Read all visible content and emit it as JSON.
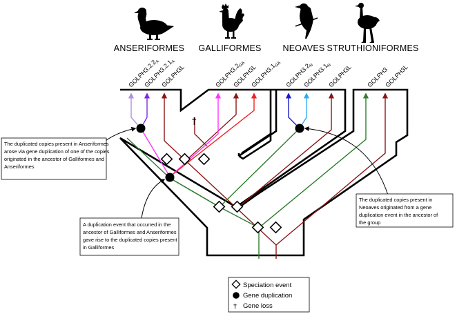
{
  "clades": [
    {
      "name": "ANSERIFORMES",
      "icon": "duck-silhouette-icon"
    },
    {
      "name": "GALLIFORMES",
      "icon": "rooster-silhouette-icon"
    },
    {
      "name": "NEOAVES",
      "icon": "songbird-silhouette-icon"
    },
    {
      "name": "STRUTHIONIFORMES",
      "icon": "ostrich-silhouette-icon"
    }
  ],
  "genes": [
    {
      "base": "GOLPH3.2.2",
      "sub": "A",
      "color": "#b08ee0"
    },
    {
      "base": "GOLPH3.2.1",
      "sub": "A",
      "color": "#7a2be2"
    },
    {
      "base": "GOLPH3L",
      "sub": "",
      "color": "#8b1515"
    },
    {
      "base": "GOLPH3.2",
      "sub": "GA",
      "color": "#ff33ff"
    },
    {
      "base": "GOLPH3L",
      "sub": "",
      "color": "#8b1515"
    },
    {
      "base": "GOLPH3.1",
      "sub": "GA",
      "color": "#ee2222"
    },
    {
      "base": "GOLPH3.2",
      "sub": "N",
      "color": "#1a1acc"
    },
    {
      "base": "GOLPH3.1",
      "sub": "N",
      "color": "#33aaee"
    },
    {
      "base": "GOLPH3L",
      "sub": "",
      "color": "#8b1515"
    },
    {
      "base": "GOLPH3",
      "sub": "",
      "color": "#2e7d2e"
    },
    {
      "base": "GOLPH3L",
      "sub": "",
      "color": "#8b1515"
    }
  ],
  "annotations": {
    "anseriformes": [
      "The duplicated copies present in Anseriformes",
      "arose via gene duplication of one of the copies",
      "originated in the ancestor of Galliformes and",
      "Anseriformes"
    ],
    "galliformes": [
      "A duplication event that occurred in the",
      "ancestor of Galliformes and Anseriformes",
      "gave rise to the duplicated copies present",
      "in Galliformes"
    ],
    "neoaves": [
      "The duplicated copies present in",
      "Neoaves originated from a gene",
      "duplication event in the ancestor of",
      "the group"
    ]
  },
  "legend": {
    "speciation": "Speciation event",
    "duplication": "Gene duplication",
    "loss": "Gene loss"
  },
  "colors": {
    "golph3": "#2e7d2e",
    "golph3l": "#8b1515",
    "golph32_ga": "#ff33ff",
    "golph31_ga": "#ee2222",
    "golph32_n": "#1a1acc",
    "golph31_n": "#33aaee",
    "golph322_a": "#b08ee0",
    "golph321_a": "#7a2be2"
  }
}
